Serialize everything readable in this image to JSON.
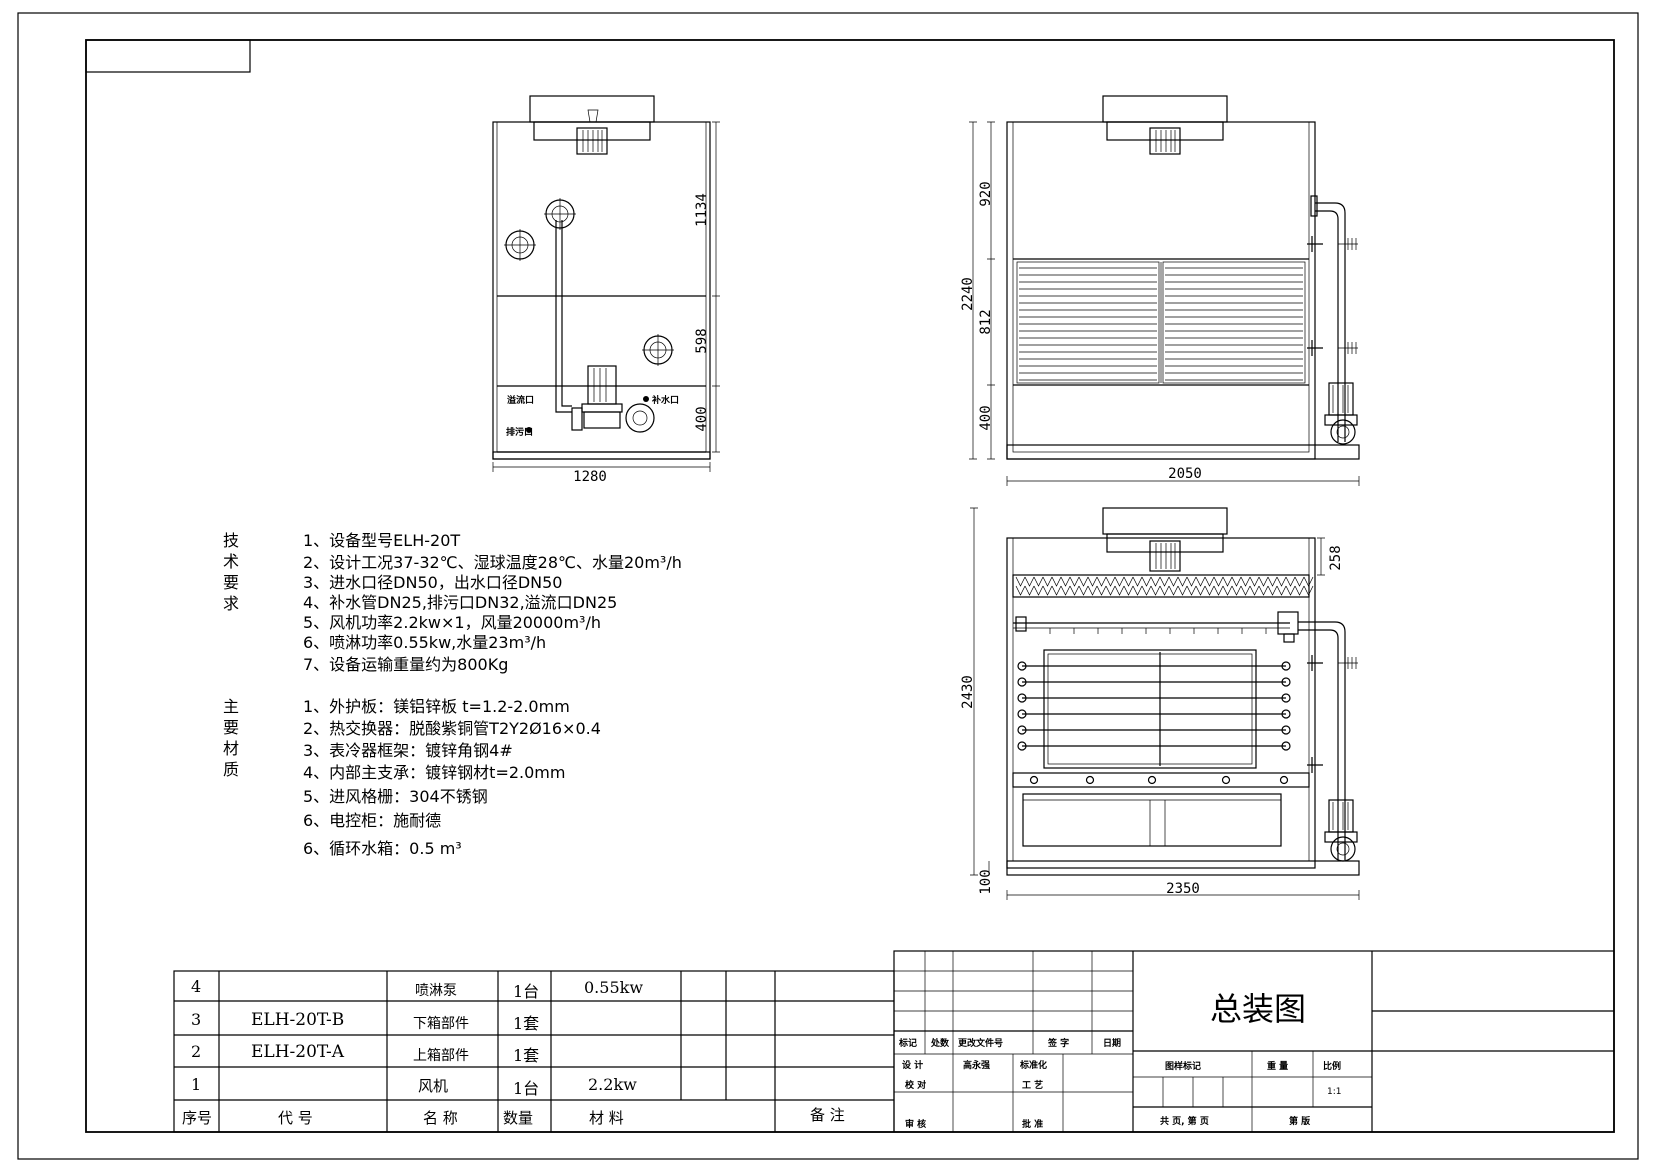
{
  "drawing": {
    "title": "总装图",
    "scale_value": "1:1"
  },
  "views": {
    "front": {
      "dims": {
        "upper": "1134",
        "middle": "598",
        "lower": "400",
        "width": "1280"
      },
      "labels": {
        "overflow": "溢流口",
        "drain": "排污口",
        "makeup": "补水口"
      }
    },
    "side": {
      "dims": {
        "top": "920",
        "mid": "812",
        "bottom": "400",
        "total": "2240",
        "width": "2050"
      }
    },
    "section": {
      "dims": {
        "top": "258",
        "total": "2430",
        "base": "100",
        "width": "2350"
      }
    }
  },
  "notes": {
    "tech_heading": "技术要求",
    "tech_items": [
      "1、设备型号ELH-20T",
      "2、设计工况37-32℃、湿球温度28℃、水量20m³/h",
      "3、进水口径DN50，出水口径DN50",
      "4、补水管DN25,排污口DN32,溢流口DN25",
      "5、风机功率2.2kw×1，风量20000m³/h",
      "6、喷淋功率0.55kw,水量23m³/h",
      "7、设备运输重量约为800Kg"
    ],
    "mat_heading": "主要材质",
    "mat_items": [
      "1、外护板：镁铝锌板 t=1.2-2.0mm",
      "2、热交换器：脱酸紫铜管T2Y2Ø16×0.4",
      "3、表冷器框架：镀锌角钢4#",
      "4、内部主支承：镀锌钢材t=2.0mm",
      "5、进风格栅：304不锈钢",
      "6、电控柜：施耐德",
      "6、循环水箱：0.5 m³"
    ]
  },
  "bom": {
    "rows": [
      {
        "no": "4",
        "code": "",
        "name": "喷淋泵",
        "qty": "1台",
        "material": "0.55kw"
      },
      {
        "no": "3",
        "code": "ELH-20T-B",
        "name": "下箱部件",
        "qty": "1套",
        "material": ""
      },
      {
        "no": "2",
        "code": "ELH-20T-A",
        "name": "上箱部件",
        "qty": "1套",
        "material": ""
      },
      {
        "no": "1",
        "code": "",
        "name": "风机",
        "qty": "1台",
        "material": "2.2kw"
      }
    ],
    "header": {
      "no": "序号",
      "code": "代 号",
      "name": "名 称",
      "qty": "数量",
      "material": "材 料",
      "remark": "备 注"
    }
  },
  "titleblock": {
    "mark": "标记",
    "count": "处数",
    "change_doc": "更改文件号",
    "sign": "签 字",
    "date": "日期",
    "design": "设 计",
    "designer": "高永强",
    "standard": "标准化",
    "check": "校 对",
    "process": "工 艺",
    "review": "审 核",
    "approve": "批 准",
    "stage_mark": "图样标记",
    "weight": "重 量",
    "scale": "比例",
    "sheets": "共 页, 第 页",
    "edition": "第 版"
  }
}
